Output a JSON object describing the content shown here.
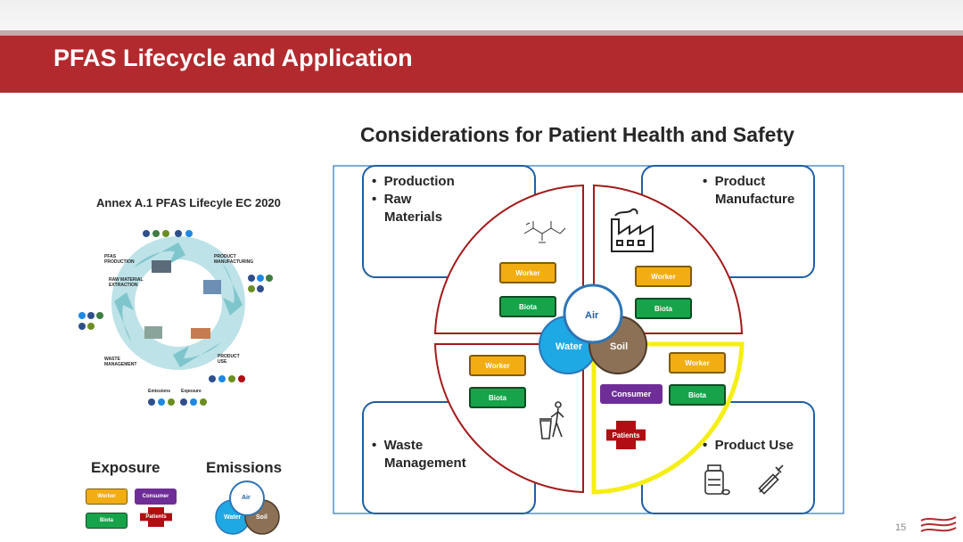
{
  "slide": {
    "title": "PFAS Lifecycle and Application",
    "page_number": "15"
  },
  "main": {
    "heading": "Considerations for Patient Health and Safety",
    "quadrants": {
      "top_left": [
        "Production",
        "Raw",
        "Materials"
      ],
      "top_right": [
        "Product",
        "Manufacture"
      ],
      "bottom_left": [
        "Waste",
        "Management"
      ],
      "bottom_right": [
        "Product Use"
      ]
    },
    "center": {
      "air": "Air",
      "water": "Water",
      "soil": "Soil"
    },
    "tags": {
      "worker": "Worker",
      "biota": "Biota",
      "consumer": "Consumer",
      "patients": "Patients"
    }
  },
  "annex": {
    "title": "Annex A.1 PFAS Lifecyle EC 2020",
    "labels": {
      "pfas_production": "PFAS\nPRODUCTION",
      "raw_material": "RAW MATERIAL\nEXTRACTION",
      "product_manufacturing": "PRODUCT\nMANUFACTURING",
      "waste_management": "WASTE\nMANAGEMENT",
      "product_use": "PRODUCT\nUSE",
      "emissions": "Emissions",
      "exposure": "Exposure"
    }
  },
  "legend": {
    "exposure_title": "Exposure",
    "emissions_title": "Emissions",
    "worker": "Worker",
    "consumer": "Consumer",
    "biota": "Biota",
    "patients": "Patients",
    "air": "Air",
    "water": "Water",
    "soil": "Soil"
  },
  "colors": {
    "brand_red": "#b22a2e",
    "frame_blue": "#2e75b6",
    "circle_outline": "#a31a1a",
    "highlight": "#f5ee16",
    "worker": "#f2ad13",
    "biota": "#16a34a",
    "consumer": "#6f2e97",
    "patients": "#b10d12",
    "air": "#ffffff",
    "water": "#1ea8e4",
    "soil": "#8c7156"
  }
}
